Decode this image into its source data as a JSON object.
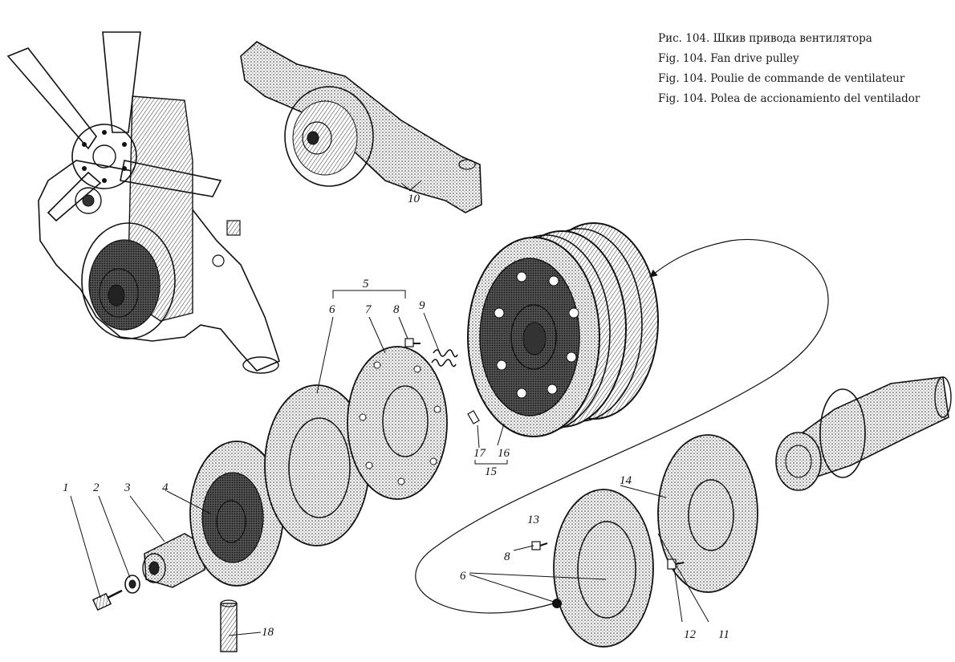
{
  "caption": {
    "lines": [
      "Рис. 104. Шкив привода вентилятора",
      "Fig. 104. Fan drive pulley",
      "Fig. 104. Poulie de commande de ventilateur",
      "Fig. 104. Polea de accionamiento del ventilador"
    ]
  },
  "callouts": {
    "c1": "1",
    "c2": "2",
    "c3": "3",
    "c4": "4",
    "c5": "5",
    "c6a": "6",
    "c6b": "6",
    "c7": "7",
    "c8a": "8",
    "c8b": "8",
    "c9": "9",
    "c10": "10",
    "c11": "11",
    "c12": "12",
    "c13": "13",
    "c14": "14",
    "c15": "15",
    "c16": "16",
    "c17": "17",
    "c18": "18"
  }
}
